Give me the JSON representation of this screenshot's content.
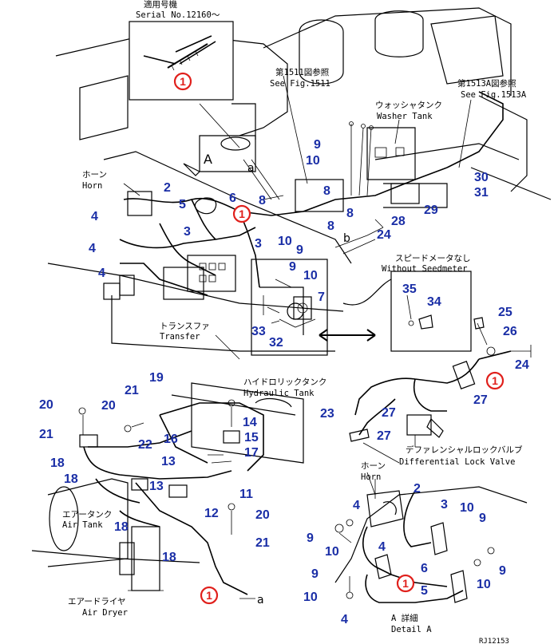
{
  "labels": {
    "serial_jp": "適用号機",
    "serial_en": "Serial No.12160～",
    "fig1511_jp": "第1511図参照",
    "fig1511_en": "See Fig.1511",
    "fig1513_jp": "第1513A図参照",
    "fig1513_en": "See Fig.1513A",
    "washer_jp": "ウォッシャタンク",
    "washer_en": "Washer Tank",
    "horn_jp": "ホーン",
    "horn_en": "Horn",
    "transfer_jp": "トランスファ",
    "transfer_en": "Transfer",
    "speedometer_jp": "スピードメータなし",
    "speedometer_en": "Without Seedmeter",
    "hydraulic_jp": "ハイドロリックタンク",
    "hydraulic_en": "Hydraulic Tank",
    "airtank_jp": "エアータンク",
    "airtank_en": "Air Tank",
    "airdryer_jp": "エアードライヤ",
    "airdryer_en": "Air Dryer",
    "difflock_jp": "デファレンシャルロックバルブ",
    "difflock_en": "Differential Lock Valve",
    "horn2_jp": "ホーン",
    "horn2_en": "Horn",
    "detail_jp": "A 詳細",
    "detail_en": "Detail A",
    "arrow_A": "A",
    "letter_a1": "a",
    "letter_a2": "a",
    "letter_b": "b",
    "drawing_no": "RJ12153"
  },
  "callout_text": "1",
  "part_numbers": [
    "9",
    "10",
    "8",
    "2",
    "6",
    "8",
    "4",
    "5",
    "3",
    "4",
    "3",
    "10",
    "9",
    "8",
    "8",
    "24",
    "4",
    "9",
    "10",
    "7",
    "33",
    "32",
    "30",
    "31",
    "29",
    "28",
    "35",
    "34",
    "25",
    "26",
    "24",
    "27",
    "27",
    "27",
    "23",
    "19",
    "21",
    "20",
    "20",
    "14",
    "21",
    "22",
    "16",
    "15",
    "17",
    "18",
    "13",
    "18",
    "13",
    "11",
    "12",
    "20",
    "21",
    "18",
    "18",
    "2",
    "4",
    "3",
    "10",
    "9",
    "9",
    "10",
    "4",
    "9",
    "10",
    "6",
    "5",
    "10",
    "9",
    "4"
  ]
}
